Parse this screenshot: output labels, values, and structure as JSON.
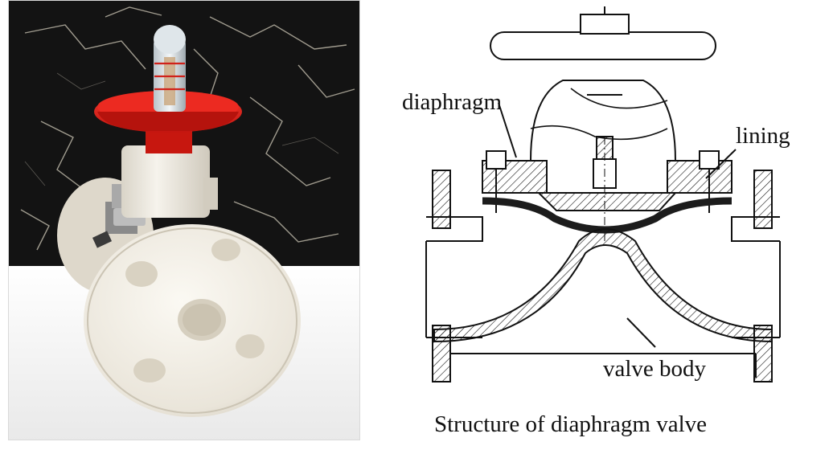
{
  "figure": {
    "caption": "Structure of diaphragm valve",
    "labels": {
      "diaphragm": "diaphragm",
      "lining": "lining",
      "valve_body": "valve body"
    }
  },
  "colors": {
    "handwheel_red": "#e3221b",
    "valve_white": "#f1ede4",
    "marble_dark": "#131313",
    "line": "#111111",
    "rubber": "#1c1c1c"
  }
}
